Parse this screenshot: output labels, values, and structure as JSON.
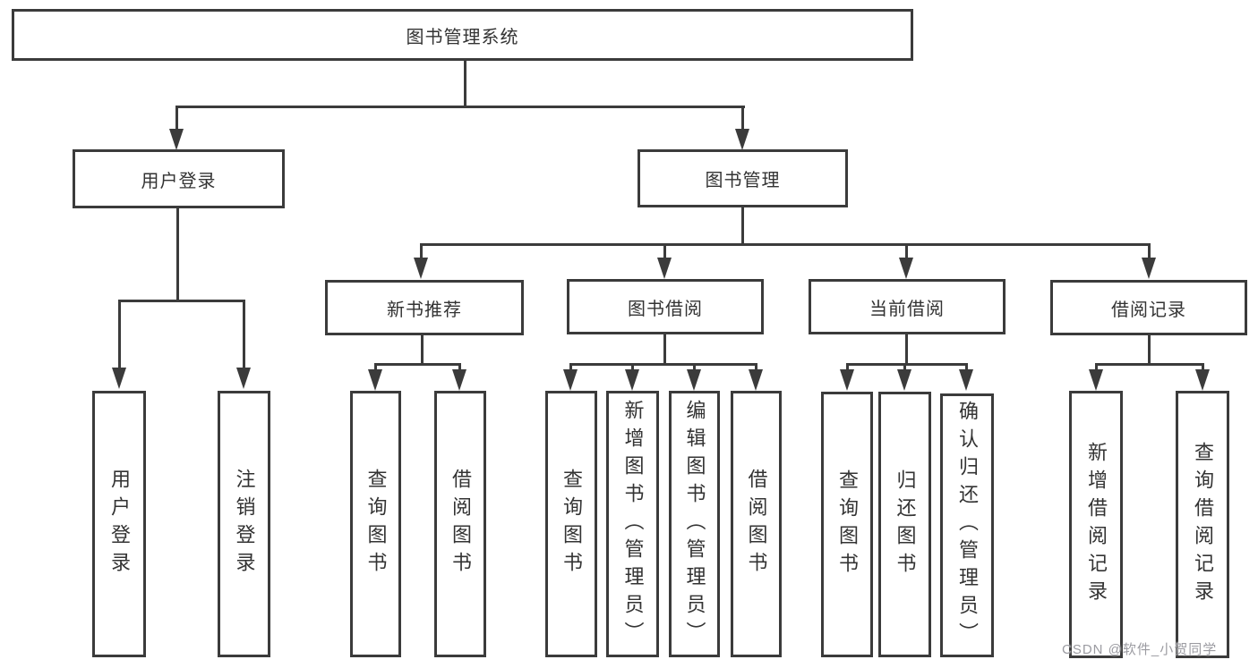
{
  "diagram": {
    "title": "图书管理系统",
    "colors": {
      "line": "#3b3b3b",
      "text": "#333333",
      "background": "#ffffff",
      "watermark_text": "#9b9ba1"
    },
    "nodes": {
      "root": "图书管理系统",
      "user_login_branch": "用户登录",
      "book_mgmt_branch": "图书管理",
      "new_book_rec": "新书推荐",
      "book_borrow": "图书借阅",
      "current_borrow": "当前借阅",
      "borrow_records": "借阅记录",
      "leaf_user_login": "用户登录",
      "leaf_logout": "注销登录",
      "leaf_query_book_1": "查询图书",
      "leaf_borrow_book_1": "借阅图书",
      "leaf_query_book_2": "查询图书",
      "leaf_add_book_admin": "新增图书（管理员）",
      "leaf_edit_book_admin": "编辑图书（管理员）",
      "leaf_borrow_book_2": "借阅图书",
      "leaf_query_book_3": "查询图书",
      "leaf_return_book": "归还图书",
      "leaf_confirm_return_admin": "确认归还（管理员）",
      "leaf_add_borrow_record": "新增借阅记录",
      "leaf_query_borrow_record": "查询借阅记录"
    },
    "watermark": "CSDN @软件_小贺同学"
  }
}
